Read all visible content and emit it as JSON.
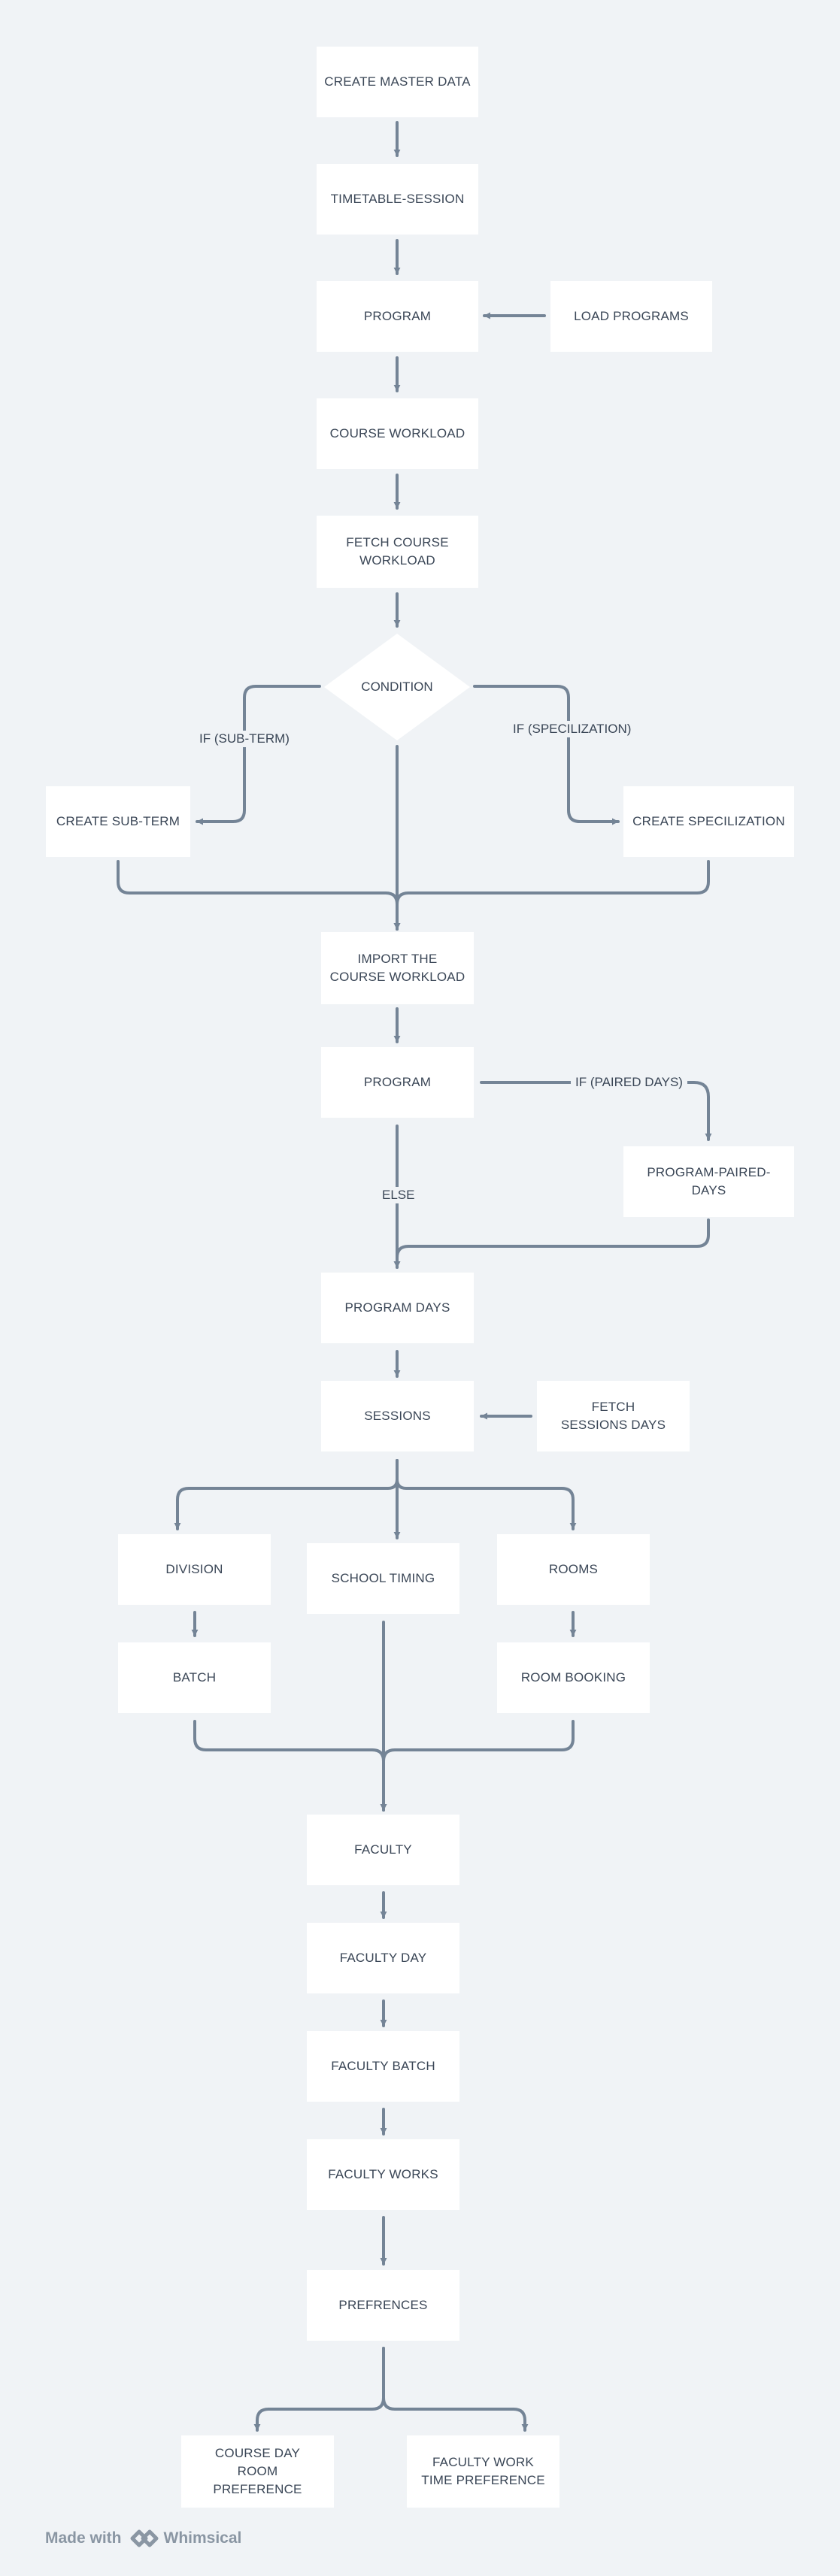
{
  "nodes": {
    "create_master_data": "CREATE MASTER DATA",
    "timetable_session": "TIMETABLE-SESSION",
    "program_1": "PROGRAM",
    "load_programs": "LOAD PROGRAMS",
    "course_workload": "COURSE WORKLOAD",
    "fetch_course_workload": "FETCH COURSE WORKLOAD",
    "condition": "CONDITION",
    "create_sub_term": "CREATE SUB-TERM",
    "create_specilization": "CREATE SPECILIZATION",
    "import_course_workload": "IMPORT THE COURSE WORKLOAD",
    "program_2": "PROGRAM",
    "program_paired_days": "PROGRAM-PAIRED-DAYS",
    "program_days": "PROGRAM DAYS",
    "sessions": "SESSIONS",
    "fetch_sessions_days": "FETCH SESSIONS DAYS",
    "division": "DIVISION",
    "school_timing": "SCHOOL TIMING",
    "rooms": "ROOMS",
    "batch": "BATCH",
    "room_booking": "ROOM BOOKING",
    "faculty": "FACULTY",
    "faculty_day": "FACULTY DAY",
    "faculty_batch": "FACULTY BATCH",
    "faculty_works": "FACULTY WORKS",
    "prefrences": "PREFRENCES",
    "course_day_room_preference": "COURSE DAY ROOM PREFERENCE",
    "faculty_work_time_preference": "FACULTY WORK TIME PREFERENCE"
  },
  "edge_labels": {
    "if_sub_term": "IF (SUB-TERM)",
    "if_specilization": "IF (SPECILIZATION)",
    "if_paired_days": "IF (PAIRED DAYS)",
    "else": "ELSE"
  },
  "footer": {
    "made_with": "Made with",
    "brand": "Whimsical"
  },
  "colors": {
    "background": "#f0f3f6",
    "node_fill": "#ffffff",
    "edge": "#748496",
    "text": "#3a4656",
    "footer": "#8a96a3"
  }
}
